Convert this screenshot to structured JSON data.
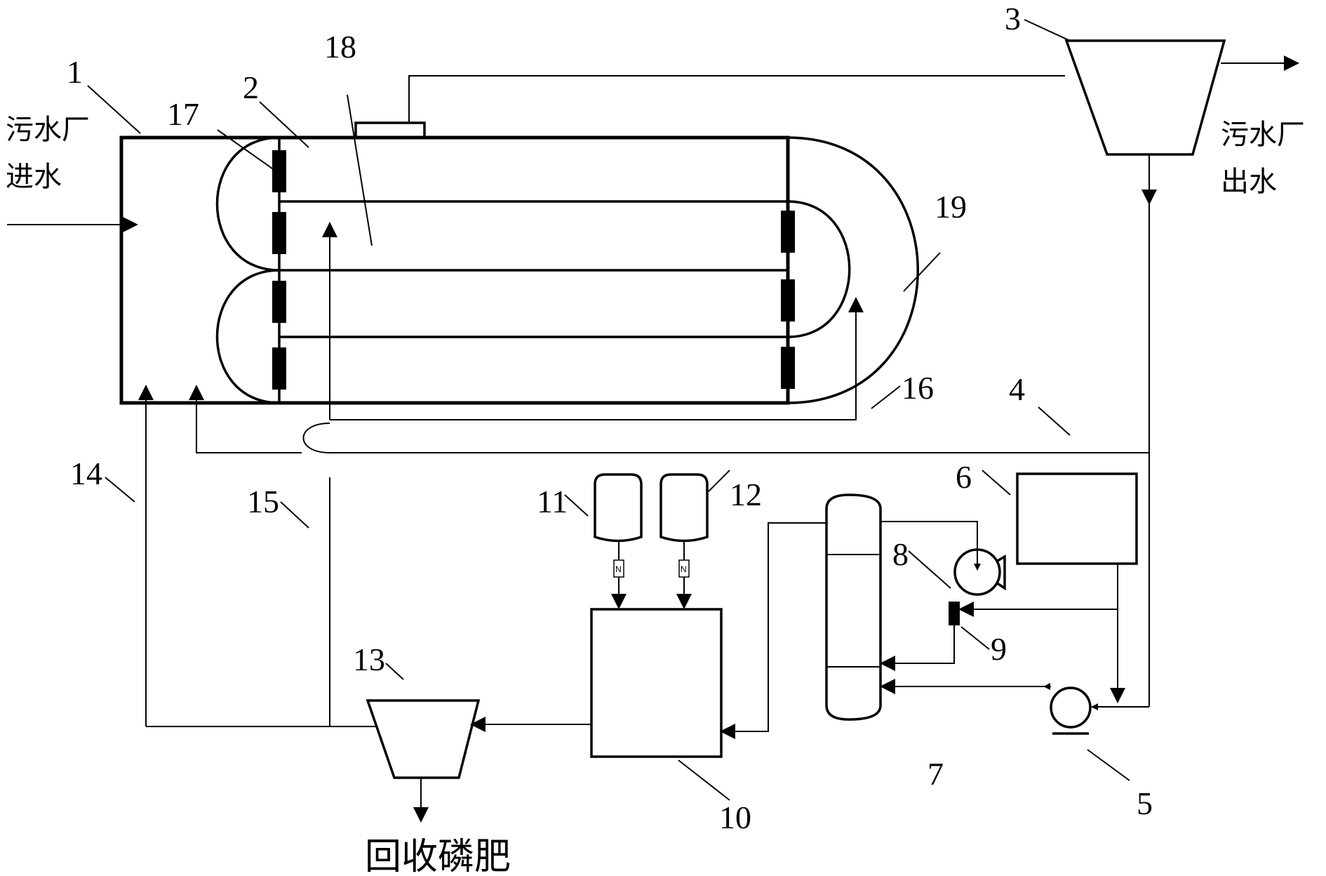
{
  "labels": {
    "inlet_line1": "污水厂",
    "inlet_line2": "进水",
    "outlet_line1": "污水厂",
    "outlet_line2": "出水",
    "product": "回收磷肥",
    "valve_mark": "N"
  },
  "numbers": {
    "n1": "1",
    "n2": "2",
    "n3": "3",
    "n4": "4",
    "n5": "5",
    "n6": "6",
    "n7": "7",
    "n8": "8",
    "n9": "9",
    "n10": "10",
    "n11": "11",
    "n12": "12",
    "n13": "13",
    "n14": "14",
    "n15": "15",
    "n16": "16",
    "n17": "17",
    "n18": "18",
    "n19": "19"
  }
}
